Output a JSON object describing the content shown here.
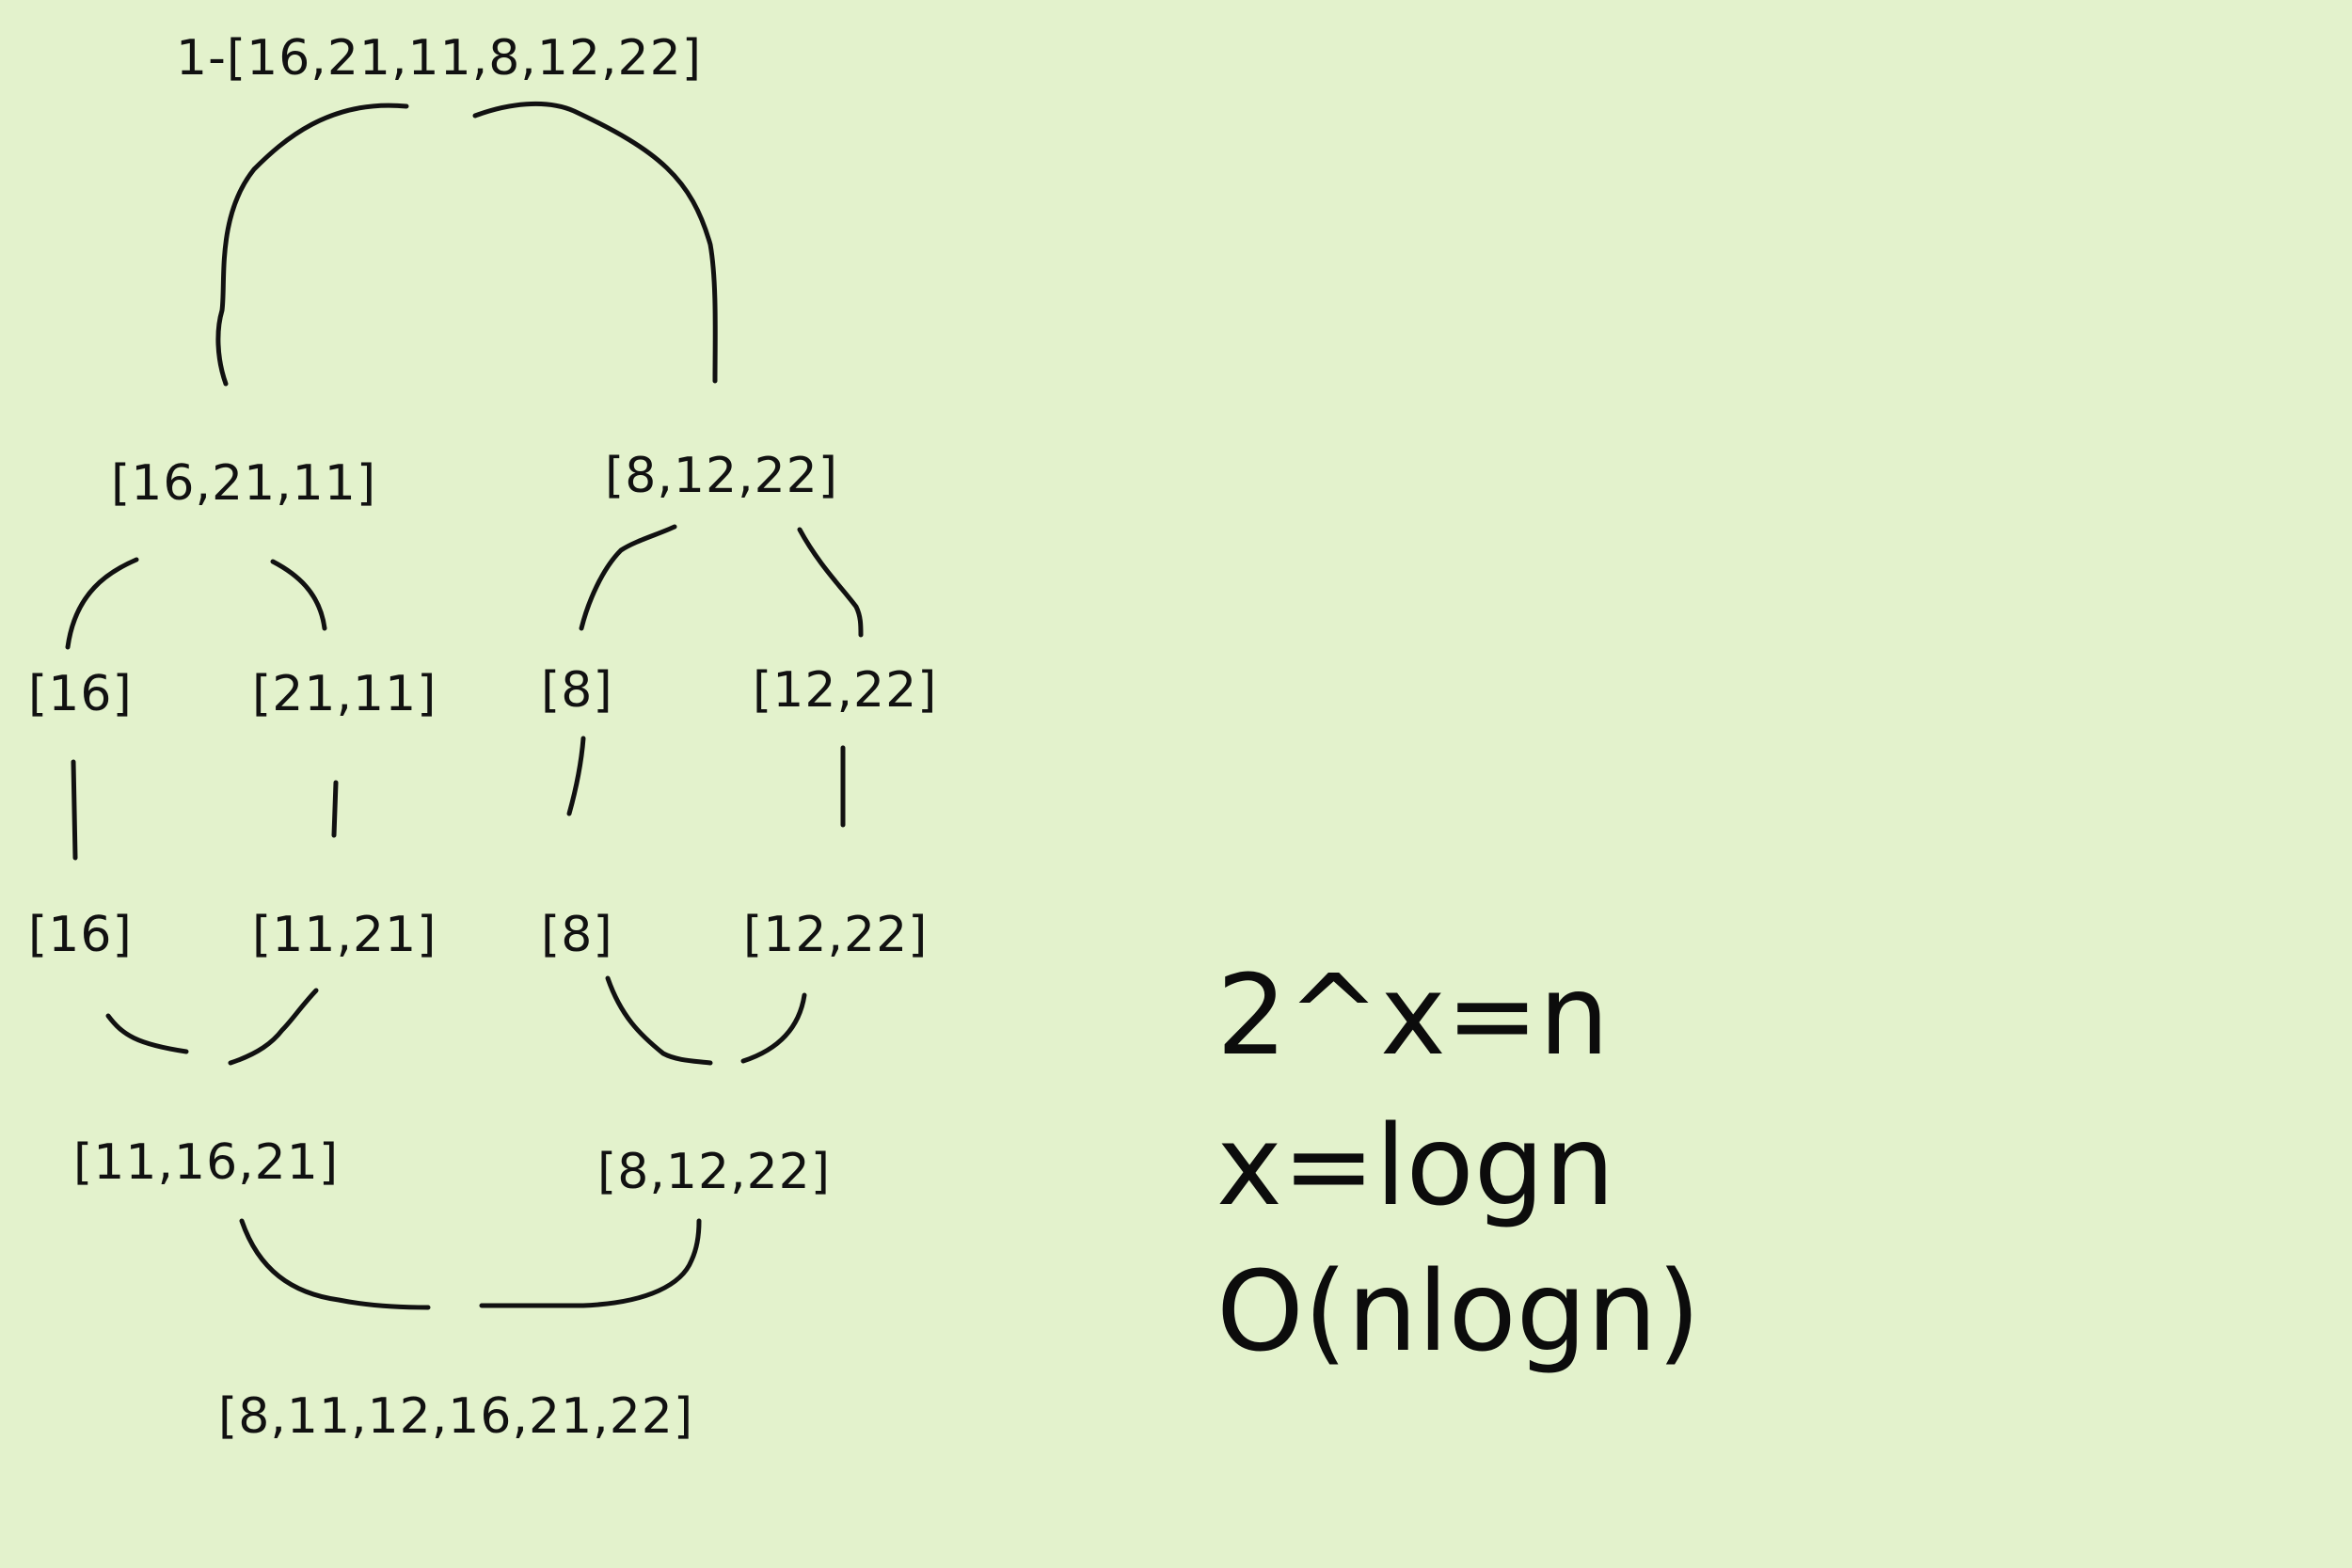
{
  "colors": {
    "background": "#e3f2cc",
    "ink": "#111111"
  },
  "tree": {
    "root": "1-[16,21,11,8,12,22]",
    "level1": {
      "left": "[16,21,11]",
      "right": "[8,12,22]"
    },
    "split": {
      "a": "[16]",
      "b": "[21,11]",
      "c": "[8]",
      "d": "[12,22]"
    },
    "sorted_leaves": {
      "a": "[16]",
      "b": "[11,21]",
      "c": "[8]",
      "d": "[12,22]"
    },
    "merged": {
      "left": "[11,16,21]",
      "right": "[8,12,22]"
    },
    "result": "[8,11,12,16,21,22]"
  },
  "analysis": {
    "line1": "2^x=n",
    "line2": "x=logn",
    "line3": "O(nlogn)"
  }
}
